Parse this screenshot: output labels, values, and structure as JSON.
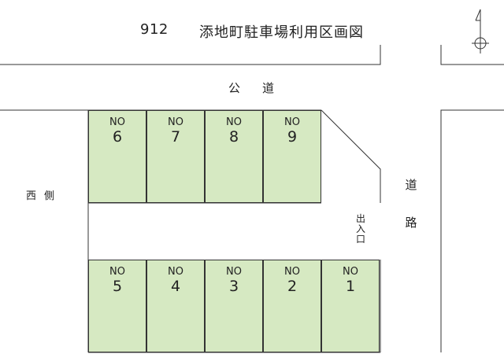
{
  "header": {
    "lot_number": "912",
    "title": "添地町駐車場利用区画図"
  },
  "labels": {
    "road_top": "公道",
    "west_side": "西側",
    "road_right": [
      "道",
      "路"
    ],
    "entrance": [
      "出",
      "入",
      "口"
    ]
  },
  "spaces": {
    "no_label": "NO",
    "top_row": [
      "6",
      "7",
      "8",
      "9"
    ],
    "bottom_row": [
      "5",
      "4",
      "3",
      "2",
      "1"
    ]
  },
  "colors": {
    "space_fill": "#d6e9c2",
    "line": "#333333"
  },
  "compass_icon": "north-arrow-icon"
}
